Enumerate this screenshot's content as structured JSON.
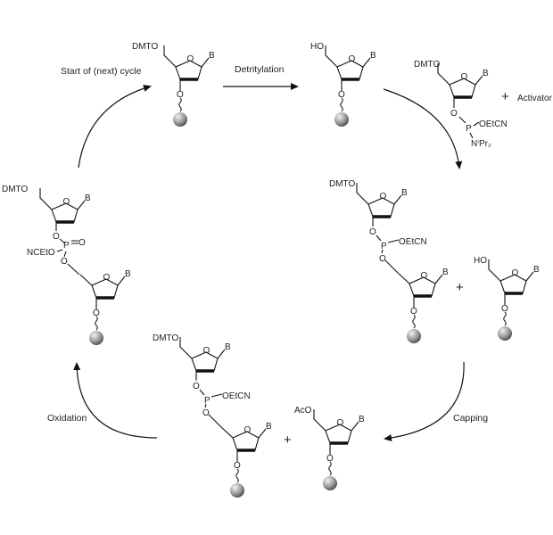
{
  "steps": {
    "start": "Start of (next) cycle",
    "detritylation": "Detritylation",
    "capping": "Capping",
    "oxidation": "Oxidation"
  },
  "labels": {
    "dmto": "DMTO",
    "ho": "HO",
    "aco": "AcO",
    "base": "B",
    "o": "O",
    "p": "P",
    "oetcn": "OEtCN",
    "ncet": "NCEtO",
    "activator": "Activator",
    "nipr2": "NⁱPr₂",
    "eq_o": "O",
    "plus": "+"
  },
  "colors": {
    "bead_light": "#f2f2f2",
    "bead_dark": "#3a3a3a",
    "line": "#111111"
  }
}
